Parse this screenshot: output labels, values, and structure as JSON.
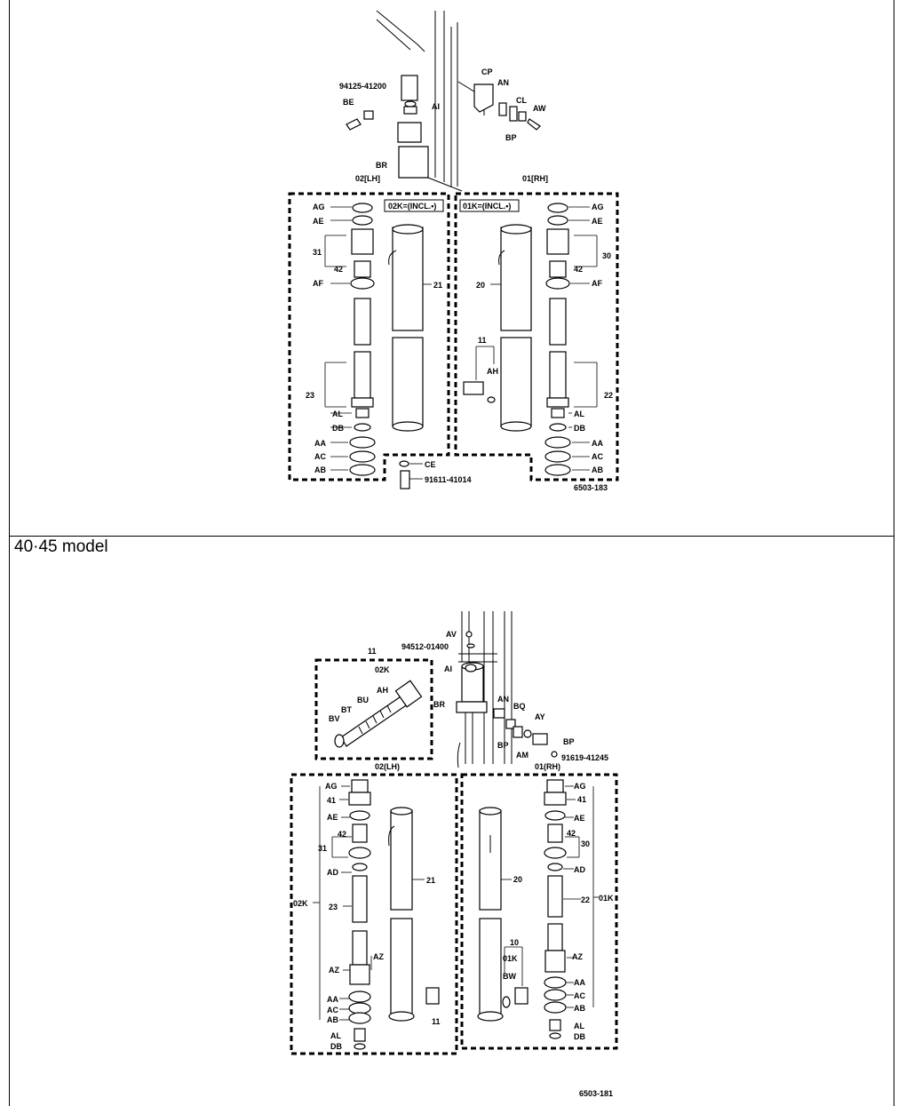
{
  "section": {
    "model_label": "40·45 model"
  },
  "top_diagram": {
    "ref_code": "6503-183",
    "labels": {
      "p94125": "94125-41200",
      "be": "BE",
      "ai": "AI",
      "cp": "CP",
      "an": "AN",
      "cl": "CL",
      "aw": "AW",
      "bp": "BP",
      "br": "BR",
      "lh": "02[LH]",
      "rh": "01[RH]",
      "kit_lh": "02K=(INCL.•)",
      "kit_rh": "01K=(INCL.•)",
      "ag_l": "AG",
      "ae_l": "AE",
      "n31": "31",
      "n42_l": "42",
      "af_l": "AF",
      "n21": "21",
      "n23": "23",
      "al_l": "AL",
      "db_l": "DB",
      "aa_l": "AA",
      "ac_l": "AC",
      "ab_l": "AB",
      "ce": "CE",
      "p91611": "91611-41014",
      "ag_r": "AG",
      "ae_r": "AE",
      "n30": "30",
      "n42_r": "42",
      "af_r": "AF",
      "n20": "20",
      "n11": "11",
      "ah": "AH",
      "n22": "22",
      "al_r": "AL",
      "db_r": "DB",
      "aa_r": "AA",
      "ac_r": "AC",
      "ab_r": "AB"
    }
  },
  "bottom_diagram": {
    "ref_code": "6503-181",
    "labels": {
      "av": "AV",
      "p94512": "94512-01400",
      "ai": "AI",
      "br": "BR",
      "an": "AN",
      "bq": "BQ",
      "ay": "AY",
      "bp1": "BP",
      "bp2": "BP",
      "am": "AM",
      "p91619": "91619-41245",
      "n11_top": "11",
      "k02": "02K",
      "ah": "AH",
      "bu": "BU",
      "bt": "BT",
      "bv": "BV",
      "lh": "02(LH)",
      "rh": "01(RH)",
      "ag_l": "AG",
      "n41_l": "41",
      "ae_l": "AE",
      "n42_l": "42",
      "n31": "31",
      "ad_l": "AD",
      "n21": "21",
      "k02_side": "02K",
      "n23": "23",
      "az_l1": "AZ",
      "az_l2": "AZ",
      "aa_l": "AA",
      "ac_l": "AC",
      "ab_l": "AB",
      "al_l": "AL",
      "db_l": "DB",
      "n11_b": "11",
      "ag_r": "AG",
      "n41_r": "41",
      "ae_r": "AE",
      "n42_r": "42",
      "n30": "30",
      "ad_r": "AD",
      "n20": "20",
      "n22": "22",
      "k01": "01K",
      "n10": "10",
      "k01_b": "01K",
      "bw": "BW",
      "az_r": "AZ",
      "aa_r": "AA",
      "ac_r": "AC",
      "ab_r": "AB",
      "al_r": "AL",
      "db_r": "DB"
    }
  }
}
